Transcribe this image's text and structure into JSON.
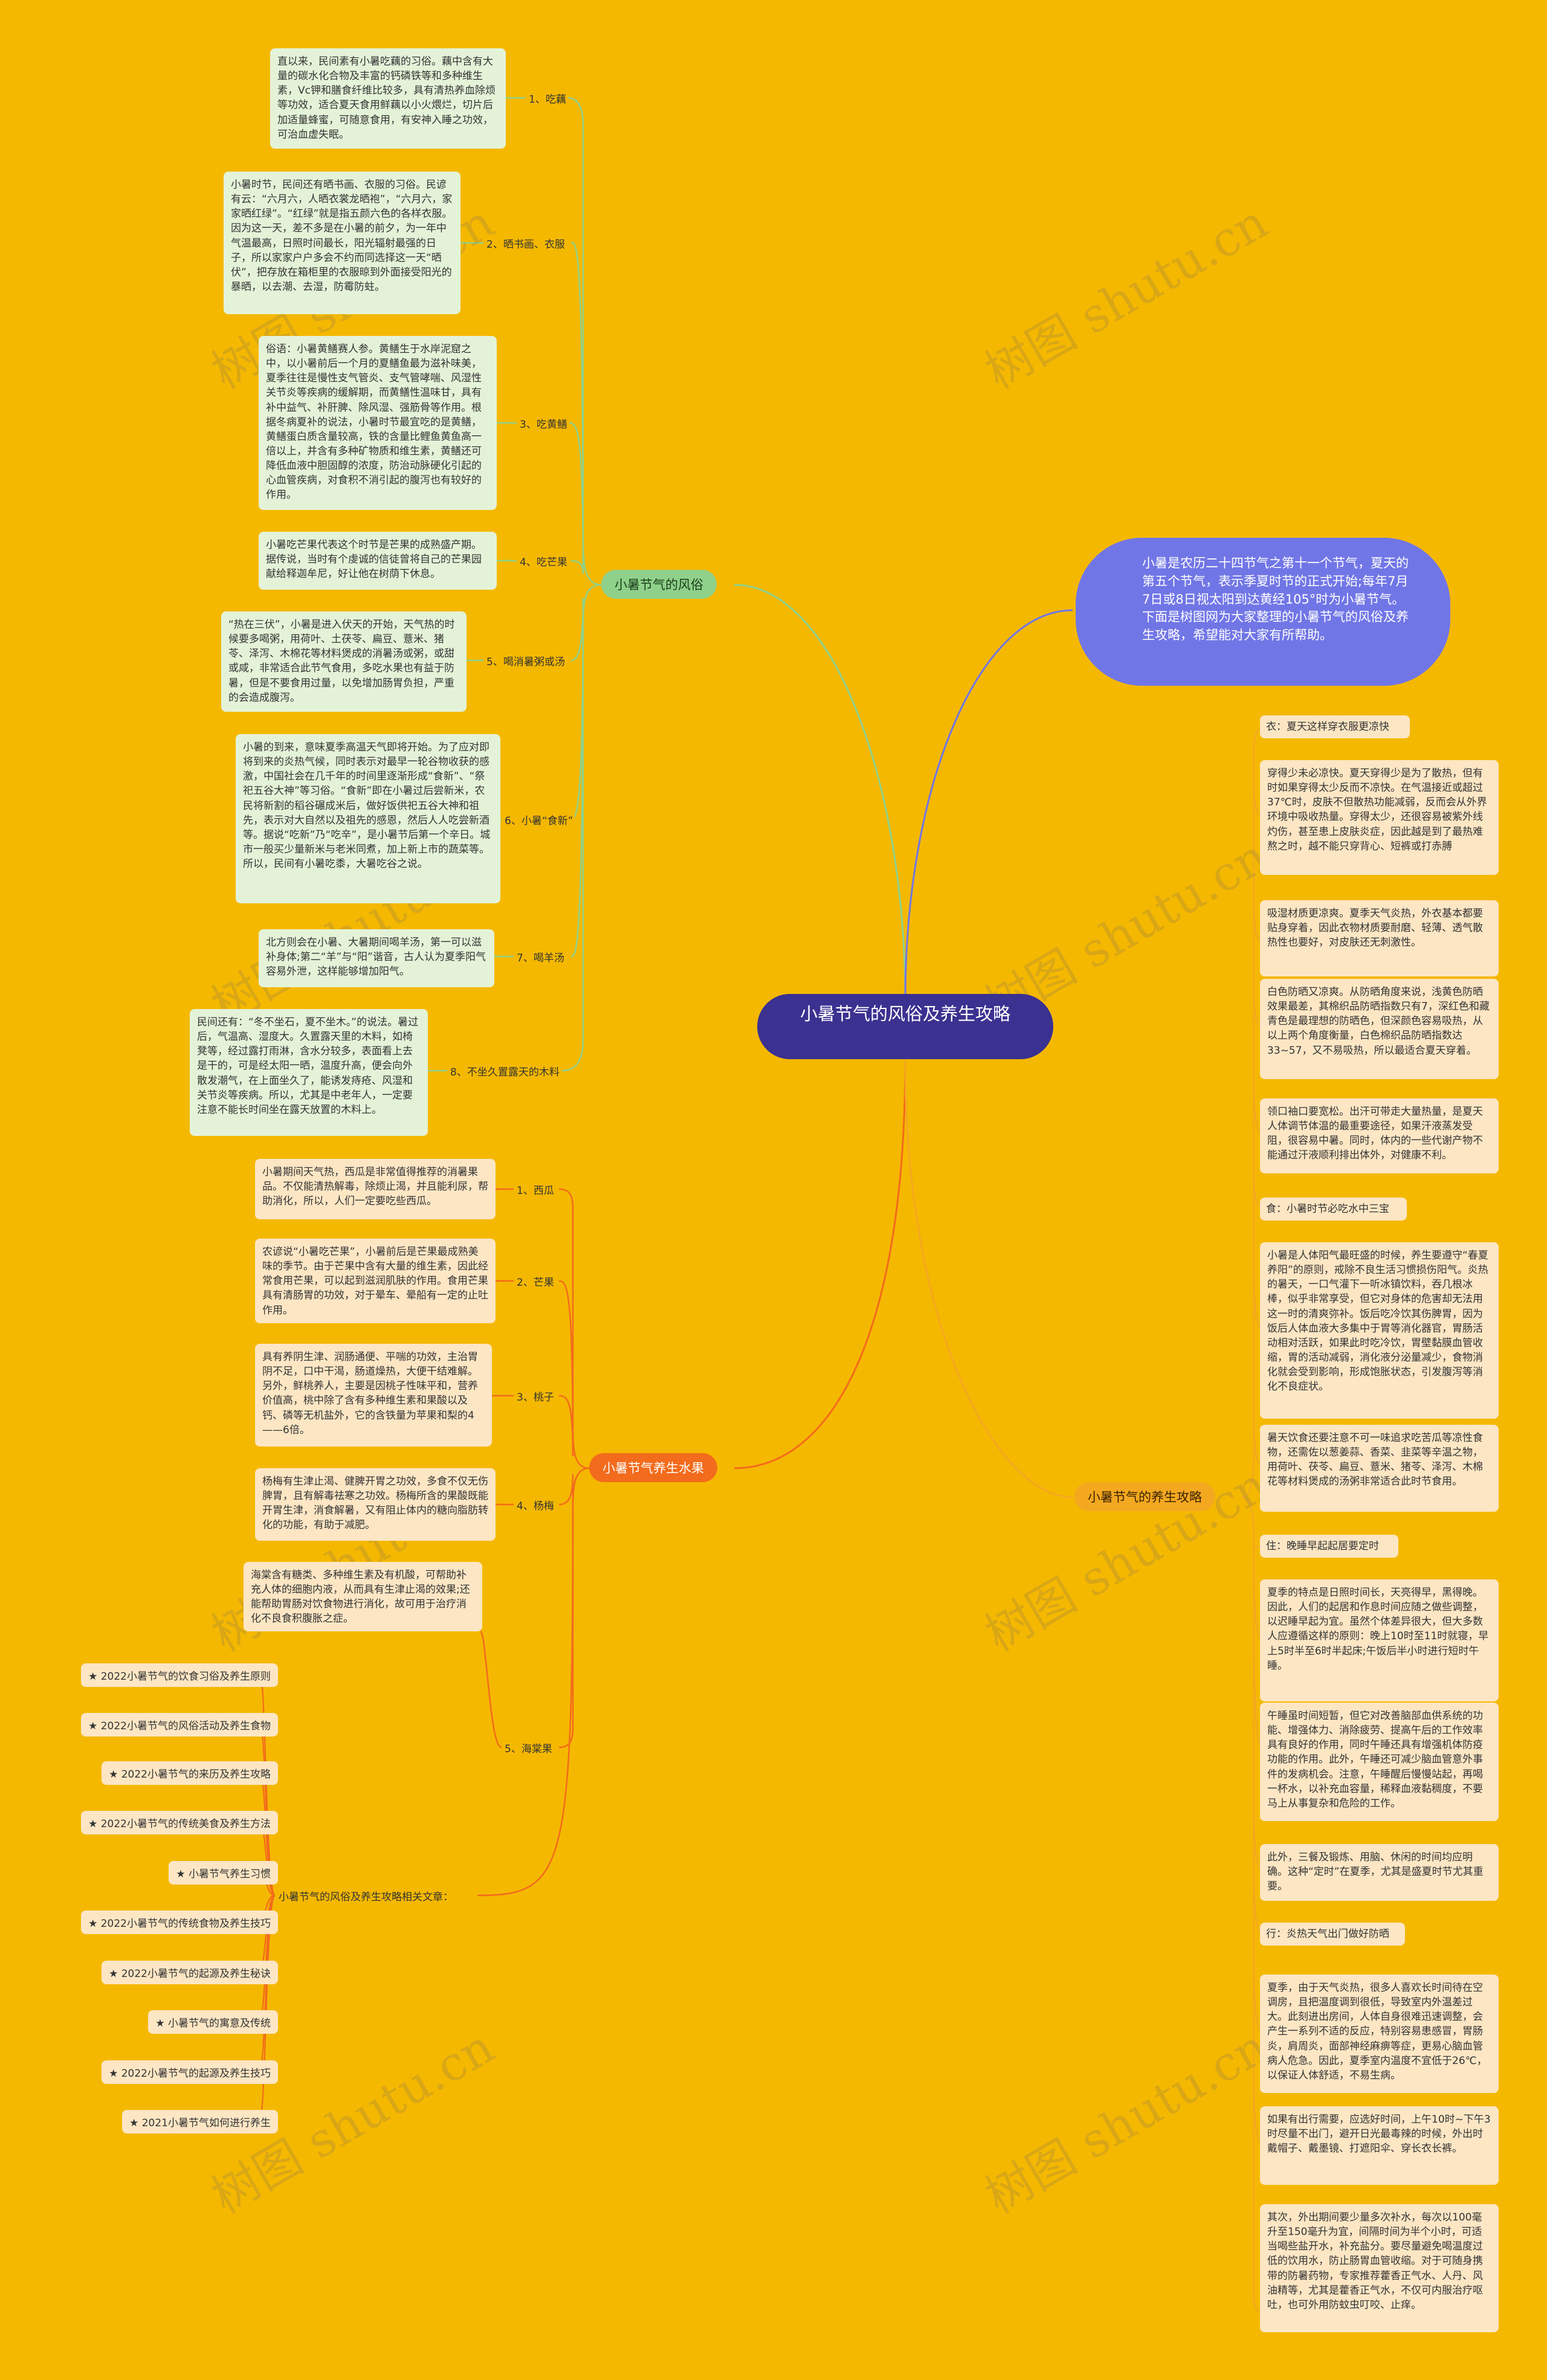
{
  "center": "小暑节气的风俗及养生攻略",
  "intro": "小暑是农历二十四节气之第十一个节气，夏天的第五个节气，表示季夏时节的正式开始;每年7月7日或8日视太阳到达黄经105°时为小暑节气。下面是树图网为大家整理的小暑节气的风俗及养生攻略，希望能对大家有所帮助。",
  "branches": {
    "customs": "小暑节气的风俗",
    "fruits": "小暑节气养生水果",
    "health": "小暑节气的养生攻略"
  },
  "customs": [
    {
      "label": "1、吃藕",
      "text": "直以来，民间素有小暑吃藕的习俗。藕中含有大量的碳水化合物及丰富的钙磷铁等和多种维生素，Vc钾和膳食纤维比较多，具有清热养血除烦等功效，适合夏天食用鲜藕以小火煨烂，切片后加适量蜂蜜，可随意食用，有安神入睡之功效，可治血虚失眠。"
    },
    {
      "label": "2、晒书画、衣服",
      "text": "小暑时节，民间还有晒书画、衣服的习俗。民谚有云：“六月六，人晒衣裳龙晒袍”，“六月六，家家晒红绿”。“红绿”就是指五颜六色的各样衣服。因为这一天，差不多是在小暑的前夕，为一年中气温最高，日照时间最长，阳光辐射最强的日子，所以家家户户多会不约而同选择这一天“晒伏”，把存放在箱柜里的衣服晾到外面接受阳光的暴晒，以去潮、去湿，防霉防蛀。"
    },
    {
      "label": "3、吃黄鳝",
      "text": "俗语：小暑黄鳝赛人参。黄鳝生于水岸泥窟之中，以小暑前后一个月的夏鳝鱼最为滋补味美，夏季往往是慢性支气管炎、支气管哮喘、风湿性关节炎等疾病的缓解期，而黄鳝性温味甘，具有补中益气、补肝脾、除风湿、强筋骨等作用。根据冬病夏补的说法，小暑时节最宜吃的是黄鳝，黄鳝蛋白质含量较高，铁的含量比鲤鱼黄鱼高一倍以上，并含有多种矿物质和维生素，黄鳝还可降低血液中胆固醇的浓度，防治动脉硬化引起的心血管疾病，对食积不消引起的腹泻也有较好的作用。"
    },
    {
      "label": "4、吃芒果",
      "text": "小暑吃芒果代表这个时节是芒果的成熟盛产期。据传说，当时有个虔诚的信徒曾将自己的芒果园献给释迦牟尼，好让他在树荫下休息。"
    },
    {
      "label": "5、喝消暑粥或汤",
      "text": "“热在三伏”，小暑是进入伏天的开始，天气热的时候要多喝粥，用荷叶、土茯苓、扁豆、薏米、猪苓、泽泻、木棉花等材料煲成的消暑汤或粥，或甜或咸，非常适合此节气食用，多吃水果也有益于防暑，但是不要食用过量，以免增加肠胃负担，严重的会造成腹泻。"
    },
    {
      "label": "6、小暑“食新”",
      "text": "小暑的到来，意味夏季高温天气即将开始。为了应对即将到来的炎热气候，同时表示对最早一轮谷物收获的感激，中国社会在几千年的时间里逐渐形成“食新”、“祭祀五谷大神”等习俗。“食新”即在小暑过后尝新米，农民将新割的稻谷碾成米后，做好饭供祀五谷大神和祖先，表示对大自然以及祖先的感恩，然后人人吃尝新酒等。据说“吃新”乃“吃辛”，是小暑节后第一个辛日。城市一般买少量新米与老米同煮，加上新上市的蔬菜等。所以，民间有小暑吃黍，大暑吃谷之说。"
    },
    {
      "label": "7、喝羊汤",
      "text": "北方则会在小暑、大暑期间喝羊汤，第一可以滋补身体;第二“羊”与“阳”谐音，古人认为夏季阳气容易外泄，这样能够增加阳气。"
    },
    {
      "label": "8、不坐久置露天的木料",
      "text": "民间还有：“冬不坐石，夏不坐木。”的说法。暑过后，气温高、湿度大。久置露天里的木料，如椅凳等，经过露打雨淋，含水分较多，表面看上去是干的，可是经太阳一晒，温度升高，便会向外散发潮气，在上面坐久了，能诱发痔疮、风湿和关节炎等疾病。所以，尤其是中老年人，一定要注意不能长时间坐在露天放置的木料上。"
    }
  ],
  "fruits": [
    {
      "label": "1、西瓜",
      "text": "小暑期间天气热，西瓜是非常值得推荐的消暑果品。不仅能清热解毒，除烦止渴，并且能利尿，帮助消化，所以，人们一定要吃些西瓜。"
    },
    {
      "label": "2、芒果",
      "text": "农谚说“小暑吃芒果”，小暑前后是芒果最成熟美味的季节。由于芒果中含有大量的维生素，因此经常食用芒果，可以起到滋润肌肤的作用。食用芒果具有清肠胃的功效，对于晕车、晕船有一定的止吐作用。"
    },
    {
      "label": "3、桃子",
      "text": "具有养阴生津、润肠通便、平喘的功效，主治胃阴不足，口中干渴，肠道燥热，大便干结难解。另外，鲜桃养人，主要是因桃子性味平和，营养价值高，桃中除了含有多种维生素和果酸以及钙、磷等无机盐外，它的含铁量为苹果和梨的4——6倍。"
    },
    {
      "label": "4、杨梅",
      "text": "杨梅有生津止渴、健脾开胃之功效，多食不仅无伤脾胃，且有解毒祛寒之功效。杨梅所含的果酸既能开胃生津，消食解暑，又有阻止体内的糖向脂肪转化的功能，有助于减肥。"
    },
    {
      "label": "5、海棠果",
      "text": "海棠含有糖类、多种维生素及有机酸，可帮助补充人体的细胞内液，从而具有生津止渴的效果;还能帮助胃肠对饮食物进行消化，故可用于治疗消化不良食积腹胀之症。"
    }
  ],
  "articles": {
    "label": "小暑节气的风俗及养生攻略相关文章：",
    "items": [
      "★ 2022小暑节气的饮食习俗及养生原则",
      "★ 2022小暑节气的风俗活动及养生食物",
      "★ 2022小暑节气的来历及养生攻略",
      "★ 2022小暑节气的传统美食及养生方法",
      "★ 小暑节气养生习惯",
      "★ 2022小暑节气的传统食物及养生技巧",
      "★ 2022小暑节气的起源及养生秘诀",
      "★ 小暑节气的寓意及传统",
      "★ 2022小暑节气的起源及养生技巧",
      "★ 2021小暑节气如何进行养生"
    ]
  },
  "health": [
    "衣：夏天这样穿衣服更凉快",
    "穿得少未必凉快。夏天穿得少是为了散热，但有时如果穿得太少反而不凉快。在气温接近或超过37℃时，皮肤不但散热功能减弱，反而会从外界环境中吸收热量。穿得太少，还很容易被紫外线灼伤，甚至患上皮肤炎症，因此越是到了最热难熬之时，越不能只穿背心、短裤或打赤膊",
    "吸湿材质更凉爽。夏季天气炎热，外衣基本都要贴身穿着，因此衣物材质要耐磨、轻薄、透气散热性也要好，对皮肤还无刺激性。",
    "白色防晒又凉爽。从防晒角度来说，浅黄色防晒效果最差，其棉织品防晒指数只有7，深红色和藏青色是最理想的防晒色，但深颜色容易吸热，从以上两个角度衡量，白色棉织品防晒指数达33~57，又不易吸热，所以最适合夏天穿着。",
    "领口袖口要宽松。出汗可带走大量热量，是夏天人体调节体温的最重要途径，如果汗液蒸发受阻，很容易中暑。同时，体内的一些代谢产物不能通过汗液顺利排出体外，对健康不利。",
    "食：小暑时节必吃水中三宝",
    "小暑是人体阳气最旺盛的时候，养生要遵守“春夏养阳”的原则，戒除不良生活习惯损伤阳气。炎热的暑天，一口气灌下一听冰镇饮料，吞几根冰棒，似乎非常享受，但它对身体的危害却无法用这一时的清爽弥补。饭后吃冷饮其伤脾胃，因为饭后人体血液大多集中于胃等消化器官，胃肠活动相对活跃，如果此时吃冷饮，胃壁黏膜血管收缩，胃的活动减弱，消化液分泌量减少，食物消化就会受到影响，形成饱胀状态，引发腹泻等消化不良症状。",
    "暑天饮食还要注意不可一味追求吃苦瓜等凉性食物，还需佐以葱姜蒜、香菜、韭菜等辛温之物，用荷叶、茯苓、扁豆、薏米、猪苓、泽泻、木棉花等材料煲成的汤粥非常适合此时节食用。",
    "住：晚睡早起起居要定时",
    "夏季的特点是日照时间长，天亮得早，黑得晚。因此，人们的起居和作息时间应随之做些调整，以迟睡早起为宜。虽然个体差异很大，但大多数人应遵循这样的原则：晚上10时至11时就寝，早上5时半至6时半起床;午饭后半小时进行短时午睡。",
    "午睡虽时间短暂，但它对改善脑部血供系统的功能、增强体力、消除疲劳、提高午后的工作效率具有良好的作用，同时午睡还具有增强机体防疫功能的作用。此外，午睡还可减少脑血管意外事件的发病机会。注意，午睡醒后慢慢站起，再喝一杯水，以补充血容量，稀释血液黏稠度，不要马上从事复杂和危险的工作。",
    "此外，三餐及锻炼、用脑、休闲的时间均应明确。这种“定时”在夏季，尤其是盛夏时节尤其重要。",
    "行：炎热天气出门做好防晒",
    "夏季，由于天气炎热，很多人喜欢长时间待在空调房，且把温度调到很低，导致室内外温差过大。此刻进出房间，人体自身很难迅速调整，会产生一系列不适的反应，特别容易患感冒，胃肠炎，肩周炎，面部神经麻痹等症，更易心脑血管病人危急。因此，夏季室内温度不宜低于26℃，以保证人体舒适，不易生病。",
    "如果有出行需要，应选好时间，上午10时~下午3时尽量不出门，避开日光最毒辣的时候，外出时戴帽子、戴墨镜、打遮阳伞、穿长衣长裤。",
    "其次，外出期间要少量多次补水，每次以100毫升至150毫升为宜，间隔时间为半个小时，可适当喝些盐开水，补充盐分。要尽量避免喝温度过低的饮用水，防止肠胃血管收缩。对于可随身携带的防暑药物，专家推荐藿香正气水、人丹、风油精等，尤其是藿香正气水，不仅可内服治疗呕吐，也可外用防蚊虫叮咬、止痒。"
  ],
  "watermark": "树图 shutu.cn"
}
